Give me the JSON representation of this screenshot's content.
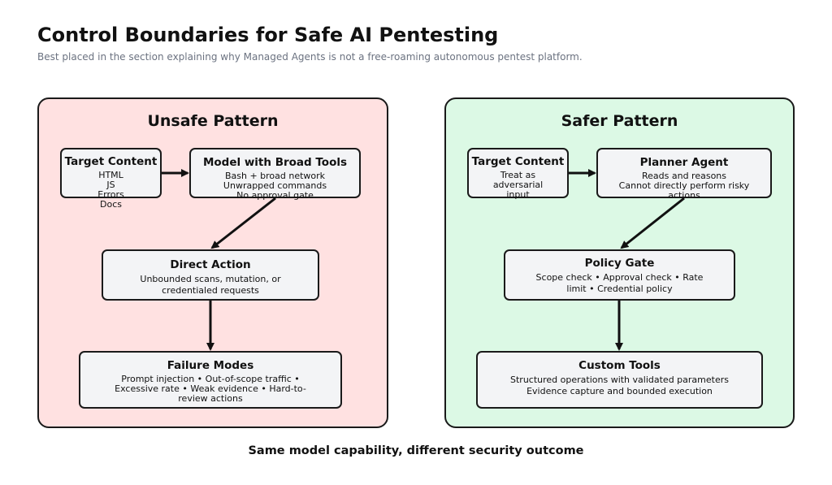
{
  "title": "Control Boundaries for Safe AI Pentesting",
  "subtitle": "Best placed in the section explaining why Managed Agents is not a free-roaming autonomous pentest platform.",
  "unsafe": {
    "title": "Unsafe Pattern",
    "target_content": {
      "title": "Target Content",
      "lines": [
        "HTML",
        "JS",
        "Errors",
        "Docs"
      ]
    },
    "model": {
      "title": "Model with Broad Tools",
      "lines": [
        "Bash + broad network",
        "Unwrapped commands",
        "No approval gate"
      ]
    },
    "direct_action": {
      "title": "Direct Action",
      "lines": [
        "Unbounded scans, mutation, or",
        "credentialed requests"
      ]
    },
    "failure_modes": {
      "title": "Failure Modes",
      "lines": [
        "Prompt injection  •  Out-of-scope traffic  •",
        "Excessive rate  •  Weak evidence  •  Hard-to-",
        "review actions"
      ]
    }
  },
  "safe": {
    "title": "Safer Pattern",
    "target_content": {
      "title": "Target Content",
      "lines": [
        "Treat as",
        "adversarial",
        "input"
      ]
    },
    "planner": {
      "title": "Planner Agent",
      "lines": [
        "Reads and reasons",
        "Cannot directly perform risky",
        "actions"
      ]
    },
    "policy_gate": {
      "title": "Policy Gate",
      "lines": [
        "Scope check  •  Approval check  •  Rate",
        "limit  •  Credential policy"
      ]
    },
    "custom_tools": {
      "title": "Custom Tools",
      "lines": [
        "Structured operations with validated parameters",
        "Evidence capture and bounded execution"
      ]
    }
  },
  "footer": "Same model capability, different security outcome"
}
